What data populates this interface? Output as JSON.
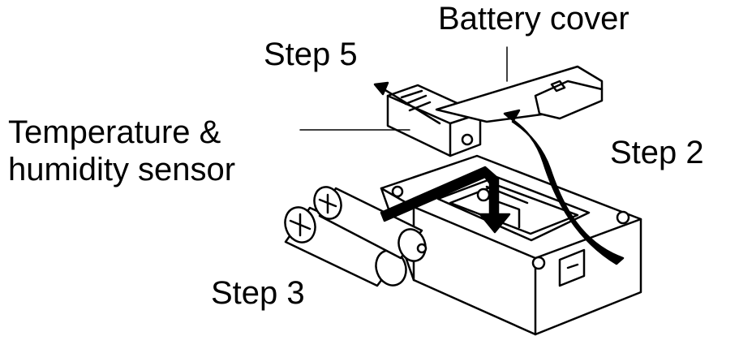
{
  "labels": {
    "battery_cover": "Battery cover",
    "step5": "Step 5",
    "sensor_line1": "Temperature &",
    "sensor_line2": "humidity sensor",
    "step2": "Step 2",
    "step3": "Step 3"
  }
}
